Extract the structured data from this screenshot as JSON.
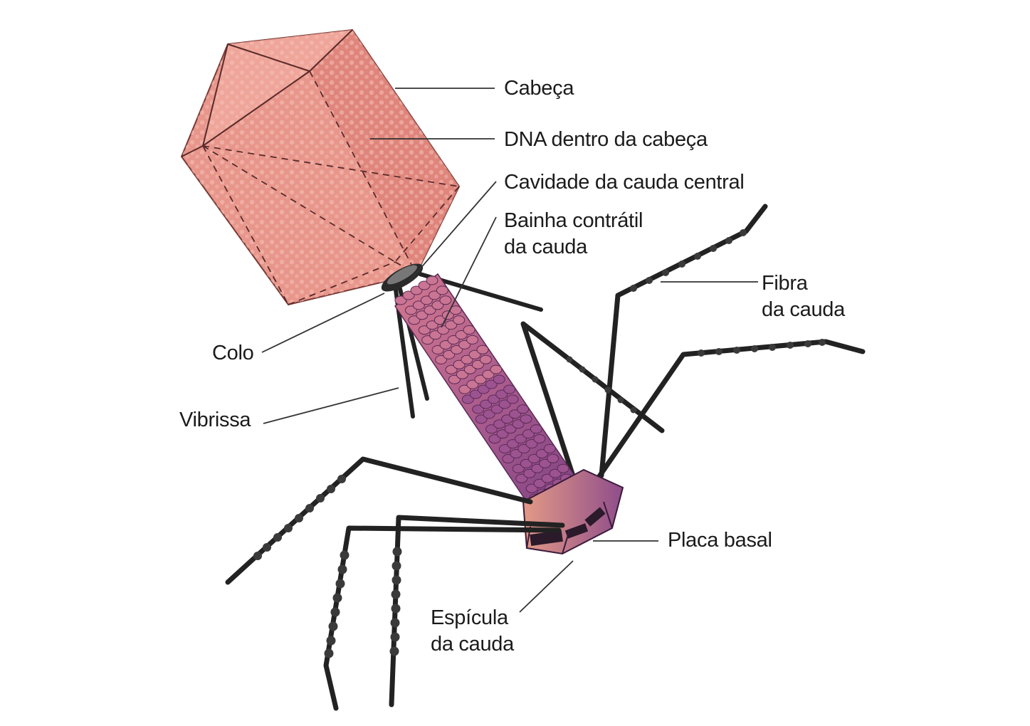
{
  "labels": {
    "head": "Cabeça",
    "dna": "DNA dentro da cabeça",
    "core": "Cavidade da cauda central",
    "sheath_l1": "Bainha contrátil",
    "sheath_l2": "da cauda",
    "fiber_l1": "Fibra",
    "fiber_l2": "da cauda",
    "collar": "Colo",
    "whisker": "Vibrissa",
    "baseplate": "Placa basal",
    "spike_l1": "Espícula",
    "spike_l2": "da cauda"
  },
  "colors": {
    "capsid": "#e9958a",
    "capsid_dark": "#d97a72",
    "sheath_top": "#c96b8c",
    "sheath_bottom": "#8a4a86",
    "baseplate": "#b06090",
    "fiber": "#222222",
    "leader": "#333333"
  }
}
